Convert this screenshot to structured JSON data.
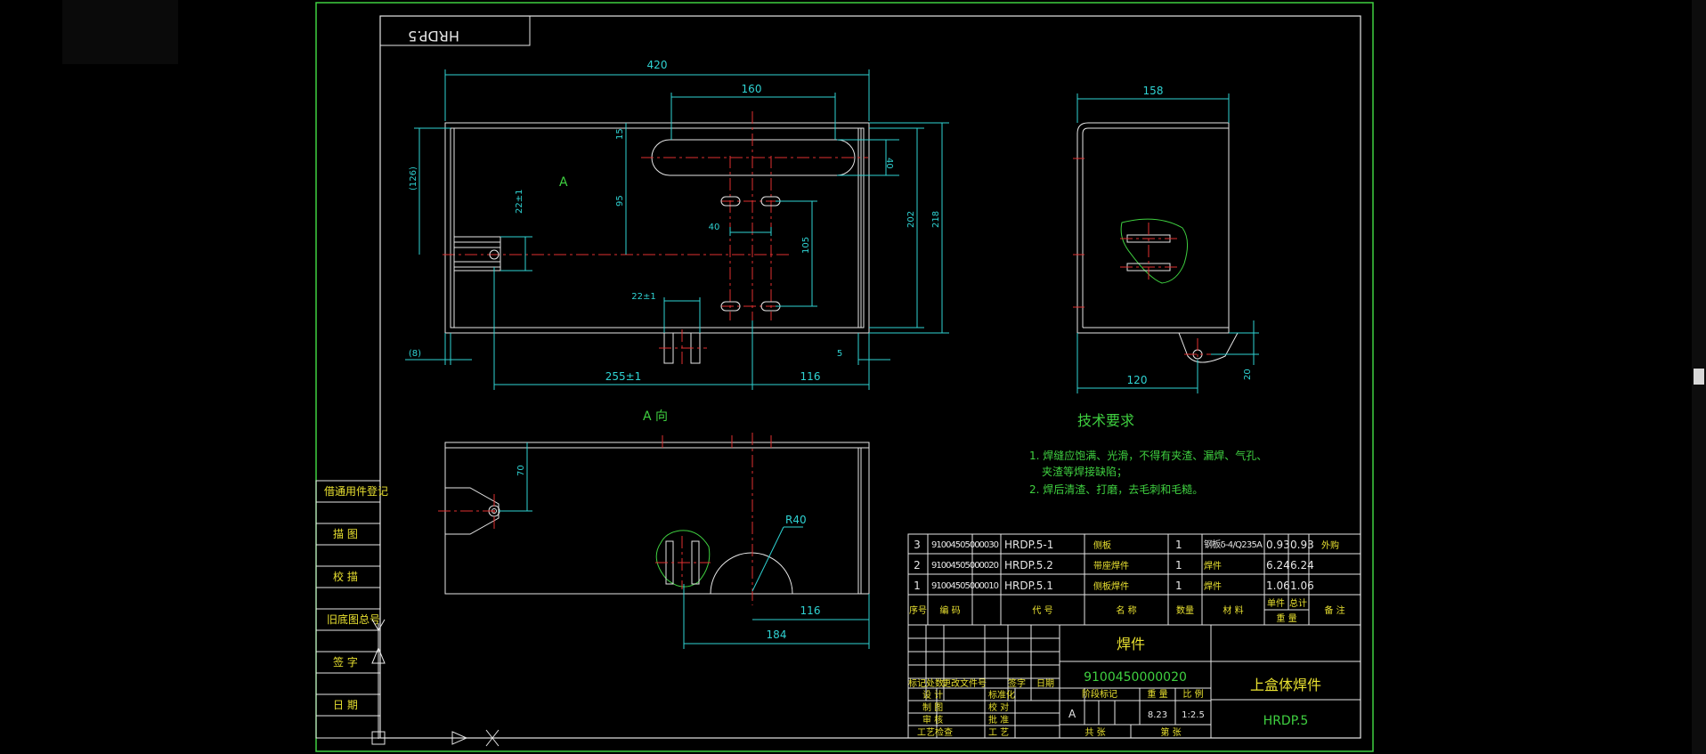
{
  "drawing_title": "HRDP.5",
  "view_a_label": "A",
  "view_a_caption": "A 向",
  "front_dims": {
    "overall_width": "420",
    "slot_width": "160",
    "slot_top_offset": "15",
    "slot_height": "40",
    "hole_vert": "95",
    "left_height": "(126)",
    "inner_height": "202",
    "outer_height": "218",
    "slot_pair_gap": "40",
    "bolt_height": "22±1",
    "hole_pitch_v": "105",
    "pin_gap": "22±1",
    "bottom_left": "255±1",
    "bottom_right": "116",
    "edge_gap": "5",
    "left_offset": "(8)"
  },
  "side_dims": {
    "width": "158",
    "bottom_width": "120",
    "lug_height": "20"
  },
  "bottom_dims": {
    "left_vert": "70",
    "radius": "R40",
    "right_width": "116",
    "overall": "184"
  },
  "notes": {
    "heading": "技术要求",
    "line1": "1. 焊缝应饱满、光滑，不得有夹渣、漏焊、气孔、",
    "line1b": "夹渣等焊接缺陷；",
    "line2": "2. 焊后清渣、打磨，去毛刺和毛糙。"
  },
  "side_labels": [
    "借通用件登记",
    "描 图",
    "校 描",
    "旧底图总号",
    "签 字",
    "日 期"
  ],
  "bom": {
    "rows": [
      {
        "no": "3",
        "code": "91004505000030",
        "part": "HRDP.5-1",
        "name": "侧板",
        "qty": "1",
        "material": "钢板δ-4/Q235A",
        "unit": "0.93",
        "total": "0.93",
        "remark": "外购"
      },
      {
        "no": "2",
        "code": "91004505000020",
        "part": "HRDP.5.2",
        "name": "带座焊件",
        "qty": "1",
        "material": "焊件",
        "unit": "6.24",
        "total": "6.24",
        "remark": ""
      },
      {
        "no": "1",
        "code": "91004505000010",
        "part": "HRDP.5.1",
        "name": "侧板焊件",
        "qty": "1",
        "material": "焊件",
        "unit": "1.06",
        "total": "1.06",
        "remark": ""
      }
    ],
    "header": {
      "no": "序号",
      "code": "编 码",
      "part": "代 号",
      "name": "名 称",
      "qty": "数量",
      "material": "材 料",
      "unit": "单件",
      "total": "总计",
      "weight": "重 量",
      "remark": "备 注"
    }
  },
  "title_block": {
    "type": "焊件",
    "code": "9100450000020",
    "name": "上盒体焊件",
    "drawing_no": "HRDP.5",
    "mark": "标记",
    "count": "处数",
    "change_file": "更改文件号",
    "signature": "签字",
    "date": "日期",
    "designer": "设 计",
    "standardize": "标准化",
    "drawer": "制 图",
    "review": "审 核",
    "check": "校 对",
    "process": "工 艺",
    "approve": "批 准",
    "process_check": "工艺检查",
    "stage_mark": "阶段标记",
    "weight_label": "重 量",
    "scale_label": "比 例",
    "stage_value": "A",
    "weight_value": "8.23",
    "scale_value": "1:2.5",
    "sheet_label": "共 张",
    "page_label": "第 张"
  }
}
